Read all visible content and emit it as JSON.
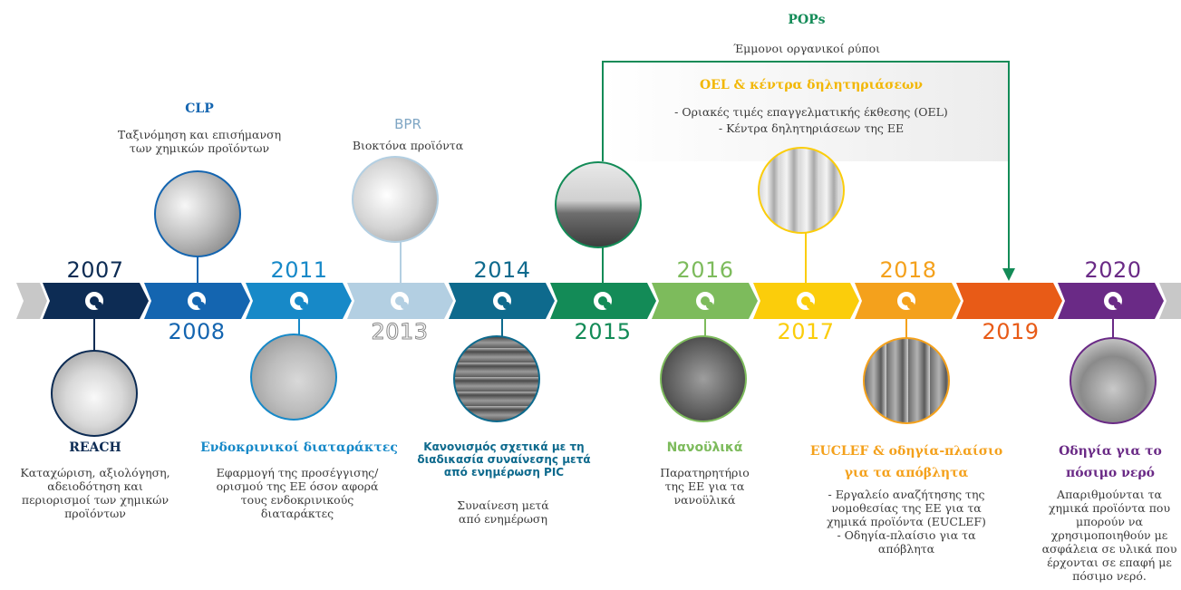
{
  "years": {
    "y2007": "2007",
    "y2008": "2008",
    "y2011": "2011",
    "y2013": "2013",
    "y2014": "2014",
    "y2015": "2015",
    "y2016": "2016",
    "y2017": "2017",
    "y2018": "2018",
    "y2019": "2019",
    "y2020": "2020"
  },
  "colors": {
    "c2007": "#0d2c54",
    "c2008": "#1465b0",
    "c2011": "#1789c8",
    "c2013": "#b3cfe2",
    "c2014": "#0e6a8d",
    "c2015": "#138b57",
    "c2016": "#7dbb5c",
    "c2017": "#fbcd0b",
    "c2018": "#f4a11c",
    "c2019": "#e85b17",
    "c2020": "#6a2a86",
    "grey": "#c8c8c8"
  },
  "pops": {
    "title": "POPs",
    "desc": "Έμμονοι οργανικοί ρύποι"
  },
  "oel": {
    "title": "OEL & κέντρα δηλητηριάσεων",
    "line1": "- Οριακές τιμές επαγγελματικής έκθεσης (OEL)",
    "line2": "- Κέντρα δηλητηριάσεων της ΕΕ"
  },
  "clp": {
    "title": "CLP",
    "desc1": "Ταξινόμηση και επισήμανση",
    "desc2": "των χημικών προϊόντων"
  },
  "bpr": {
    "title": "BPR",
    "desc": "Βιοκτόνα προϊόντα"
  },
  "reach": {
    "title": "REACH",
    "desc": [
      "Καταχώριση, αξιολόγηση,",
      "αδειοδότηση και",
      "περιορισμοί των χημικών",
      "προϊόντων"
    ]
  },
  "endocrine": {
    "title": "Ενδοκρινικοί διαταράκτες",
    "desc": [
      "Εφαρμογή της προσέγγισης/",
      "ορισμού της ΕΕ όσον αφορά",
      "τους ενδοκρινικούς",
      "διαταράκτες"
    ]
  },
  "pic": {
    "title": [
      "Κανονισμός σχετικά με τη",
      "διαδικασία συναίνεσης μετά",
      "από ενημέρωση  PIC"
    ],
    "desc": [
      "Συναίνεση μετά",
      "από ενημέρωση"
    ]
  },
  "nano": {
    "title": "Νανοϋλικά",
    "desc": [
      "Παρατηρητήριο",
      "της ΕΕ για τα",
      "νανοϋλικά"
    ]
  },
  "euclef": {
    "title": [
      "EUCLEF & οδηγία-πλαίσιο",
      "για τα απόβλητα"
    ],
    "desc": [
      "- Εργαλείο αναζήτησης της",
      "νομοθεσίας της ΕΕ για τα",
      "χημικά προϊόντα (EUCLEF)",
      "- Οδηγία-πλαίσιο για τα",
      "απόβλητα"
    ]
  },
  "water": {
    "title": [
      "Οδηγία για το",
      "πόσιμο νερό"
    ],
    "desc": [
      "Απαριθμούνται τα",
      "χημικά προϊόντα που",
      "μπορούν να",
      "χρησιμοποιηθούν με",
      "ασφάλεια σε υλικά που",
      "έρχονται σε επαφή με",
      "πόσιμο νερό."
    ]
  },
  "icons": [
    "lab-glassware-photo",
    "cleaning-bottles-photo",
    "thyroid-photo",
    "bacteria-photo",
    "port-containers-photo",
    "lake-photo",
    "molecule-photo",
    "test-tubes-photo",
    "recycling-photo",
    "water-glass-photo"
  ]
}
